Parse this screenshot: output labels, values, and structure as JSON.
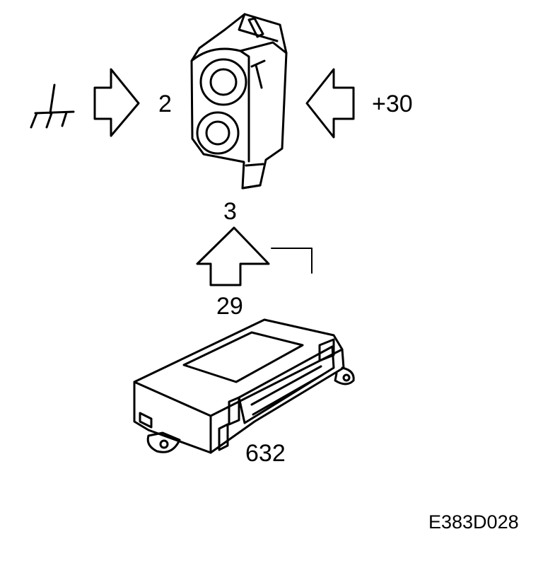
{
  "labels": {
    "pin_ground": "2",
    "pin_power": "+30",
    "pin_signal": "3",
    "wire_signal": "29",
    "module_number": "632"
  },
  "reference_code": "E383D028",
  "colors": {
    "ink": "#000000",
    "background": "#ffffff"
  },
  "icons": {
    "ground": "ground-symbol-icon",
    "arrow_right": "arrow-right-icon",
    "arrow_left": "arrow-left-icon",
    "arrow_up": "arrow-up-icon"
  }
}
